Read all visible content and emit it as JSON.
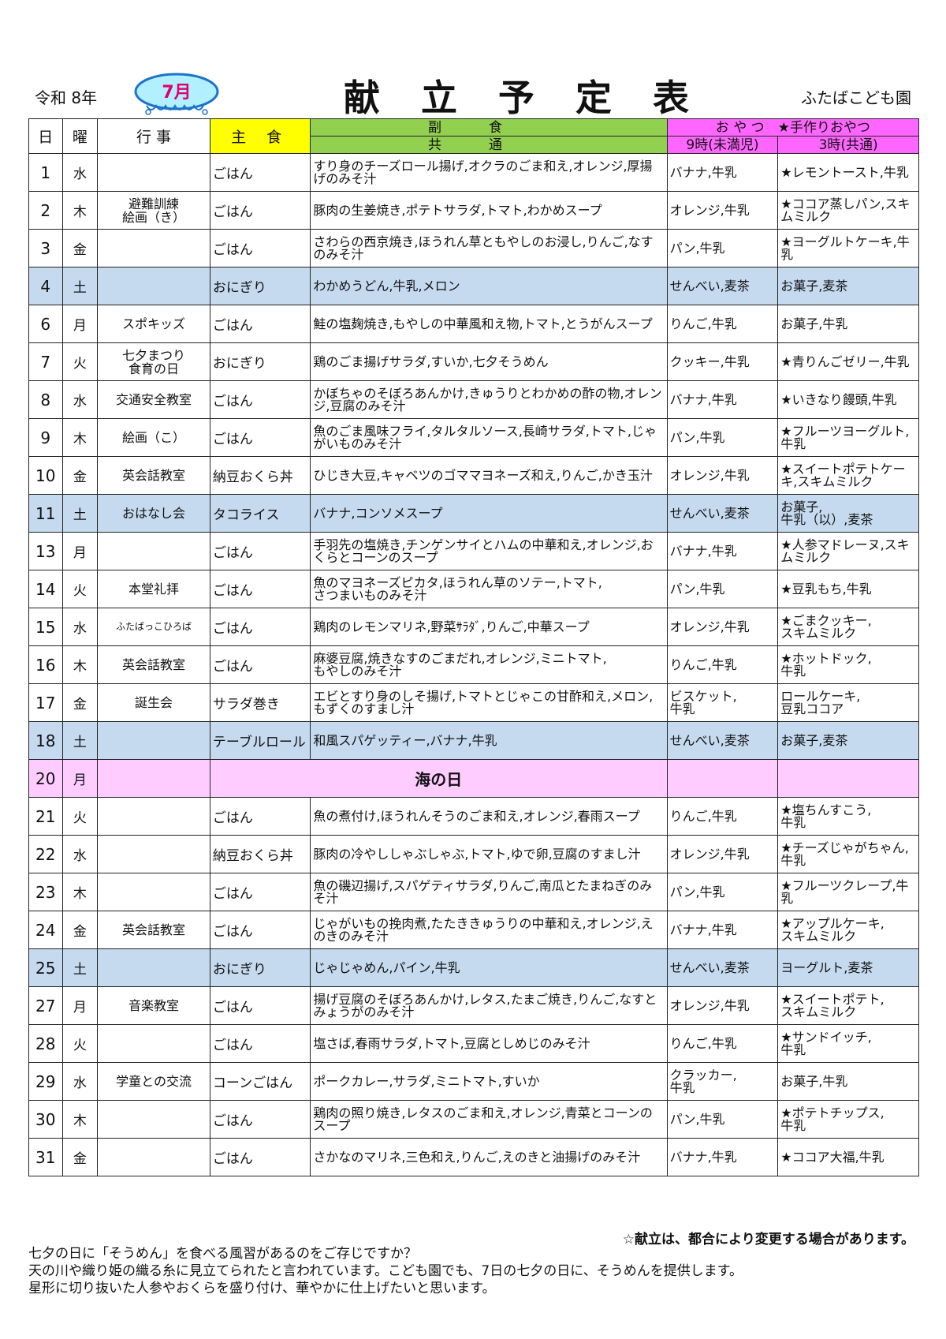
{
  "header": {
    "era": "令和 8年",
    "month_badge": "7月",
    "title": "献立予定表",
    "school": "ふたばこども園"
  },
  "table": {
    "headers": {
      "day": "日",
      "weekday": "曜",
      "event": "行 事",
      "staple": "主 食",
      "side_top": "副食",
      "side_sub": "共通",
      "snack_top": "お や つ　★手作りおやつ",
      "snack_am": "9時(未満児)",
      "snack_pm": "3時(共通)"
    },
    "rows": [
      {
        "day": "1",
        "wd": "水",
        "event": "",
        "staple": "ごはん",
        "side": "すり身のチーズロール揚げ,オクラのごま和え,オレンジ,厚揚げのみそ汁",
        "am": "バナナ,牛乳",
        "pm": "★レモントースト,牛乳",
        "type": "normal"
      },
      {
        "day": "2",
        "wd": "木",
        "event": "避難訓練\n絵画（き）",
        "staple": "ごはん",
        "side": "豚肉の生姜焼き,ポテトサラダ,トマト,わかめスープ",
        "am": "オレンジ,牛乳",
        "pm": "★ココア蒸しパン,スキムミルク",
        "type": "normal"
      },
      {
        "day": "3",
        "wd": "金",
        "event": "",
        "staple": "ごはん",
        "side": "さわらの西京焼き,ほうれん草ともやしのお浸し,りんご,なすのみそ汁",
        "am": "パン,牛乳",
        "pm": "★ヨーグルトケーキ,牛乳",
        "type": "normal"
      },
      {
        "day": "4",
        "wd": "土",
        "event": "",
        "staple": "おにぎり",
        "side": "わかめうどん,牛乳,メロン",
        "am": "せんべい,麦茶",
        "pm": "お菓子,麦茶",
        "type": "sat"
      },
      {
        "day": "6",
        "wd": "月",
        "event": "スポキッズ",
        "staple": "ごはん",
        "side": "鮭の塩麹焼き,もやしの中華風和え物,トマト,とうがんスープ",
        "am": "りんご,牛乳",
        "pm": "お菓子,牛乳",
        "type": "normal"
      },
      {
        "day": "7",
        "wd": "火",
        "event": "七夕まつり\n食育の日",
        "staple": "おにぎり",
        "side": "鶏のごま揚げサラダ,すいか,七夕そうめん",
        "am": "クッキー,牛乳",
        "pm": "★青りんごゼリー,牛乳",
        "type": "normal"
      },
      {
        "day": "8",
        "wd": "水",
        "event": "交通安全教室",
        "staple": "ごはん",
        "side": "かぼちゃのそぼろあんかけ,きゅうりとわかめの酢の物,オレンジ,豆腐のみそ汁",
        "am": "バナナ,牛乳",
        "pm": "★いきなり饅頭,牛乳",
        "type": "normal"
      },
      {
        "day": "9",
        "wd": "木",
        "event": "絵画（こ）",
        "staple": "ごはん",
        "side": "魚のごま風味フライ,タルタルソース,長崎サラダ,トマト,じゃがいものみそ汁",
        "am": "パン,牛乳",
        "pm": "★フルーツヨーグルト,牛乳",
        "type": "normal"
      },
      {
        "day": "10",
        "wd": "金",
        "event": "英会話教室",
        "staple": "納豆おくら丼",
        "side": "ひじき大豆,キャベツのゴママヨネーズ和え,りんご,かき玉汁",
        "am": "オレンジ,牛乳",
        "pm": "★スイートポテトケーキ,スキムミルク",
        "type": "normal"
      },
      {
        "day": "11",
        "wd": "土",
        "event": "おはなし会",
        "staple": "タコライス",
        "side": "バナナ,コンソメスープ",
        "am": "せんべい,麦茶",
        "pm": "お菓子,\n牛乳（以）,麦茶",
        "type": "sat"
      },
      {
        "day": "13",
        "wd": "月",
        "event": "",
        "staple": "ごはん",
        "side": "手羽先の塩焼き,チンゲンサイとハムの中華和え,オレンジ,おくらとコーンのスープ",
        "am": "バナナ,牛乳",
        "pm": "★人参マドレーヌ,スキムミルク",
        "type": "normal"
      },
      {
        "day": "14",
        "wd": "火",
        "event": "本堂礼拝",
        "staple": "ごはん",
        "side": "魚のマヨネーズピカタ,ほうれん草のソテー,トマト,\nさつまいものみそ汁",
        "am": "パン,牛乳",
        "pm": "★豆乳もち,牛乳",
        "type": "normal"
      },
      {
        "day": "15",
        "wd": "水",
        "event": "ふたばっこひろば",
        "staple": "ごはん",
        "side": "鶏肉のレモンマリネ,野菜ｻﾗﾀﾞ,りんご,中華スープ",
        "am": "オレンジ,牛乳",
        "pm": "★ごまクッキー,\nスキムミルク",
        "type": "normal",
        "small": true
      },
      {
        "day": "16",
        "wd": "木",
        "event": "英会話教室",
        "staple": "ごはん",
        "side": "麻婆豆腐,焼きなすのごまだれ,オレンジ,ミニトマト,\nもやしのみそ汁",
        "am": "りんご,牛乳",
        "pm": "★ホットドック,\n牛乳",
        "type": "normal"
      },
      {
        "day": "17",
        "wd": "金",
        "event": "誕生会",
        "staple": "サラダ巻き",
        "side": "エビとすり身のしそ揚げ,トマトとじゃこの甘酢和え,メロン,もずくのすまし汁",
        "am": "ビスケット,\n牛乳",
        "pm": "ロールケーキ,\n豆乳ココア",
        "type": "normal"
      },
      {
        "day": "18",
        "wd": "土",
        "event": "",
        "staple": "テーブルロール",
        "side": "和風スパゲッティー,バナナ,牛乳",
        "am": "せんべい,麦茶",
        "pm": "お菓子,麦茶",
        "type": "sat"
      },
      {
        "day": "20",
        "wd": "月",
        "event": "",
        "staple": "",
        "side": "海の日",
        "am": "",
        "pm": "",
        "type": "hol"
      },
      {
        "day": "21",
        "wd": "火",
        "event": "",
        "staple": "ごはん",
        "side": "魚の煮付け,ほうれんそうのごま和え,オレンジ,春雨スープ",
        "am": "りんご,牛乳",
        "pm": "★塩ちんすこう,\n牛乳",
        "type": "normal"
      },
      {
        "day": "22",
        "wd": "水",
        "event": "",
        "staple": "納豆おくら丼",
        "side": "豚肉の冷やししゃぶしゃぶ,トマト,ゆで卵,豆腐のすまし汁",
        "am": "オレンジ,牛乳",
        "pm": "★チーズじゃがちゃん,牛乳",
        "type": "normal"
      },
      {
        "day": "23",
        "wd": "木",
        "event": "",
        "staple": "ごはん",
        "side": "魚の磯辺揚げ,スパゲティサラダ,りんご,南瓜とたまねぎのみそ汁",
        "am": "パン,牛乳",
        "pm": "★フルーツクレープ,牛乳",
        "type": "normal"
      },
      {
        "day": "24",
        "wd": "金",
        "event": "英会話教室",
        "staple": "ごはん",
        "side": "じゃがいもの挽肉煮,たたききゅうりの中華和え,オレンジ,えのきのみそ汁",
        "am": "バナナ,牛乳",
        "pm": "★アップルケーキ,\nスキムミルク",
        "type": "normal"
      },
      {
        "day": "25",
        "wd": "土",
        "event": "",
        "staple": "おにぎり",
        "side": "じゃじゃめん,パイン,牛乳",
        "am": "せんべい,麦茶",
        "pm": "ヨーグルト,麦茶",
        "type": "sat"
      },
      {
        "day": "27",
        "wd": "月",
        "event": "音楽教室",
        "staple": "ごはん",
        "side": "揚げ豆腐のそぼろあんかけ,レタス,たまご焼き,りんご,なすとみょうがのみそ汁",
        "am": "オレンジ,牛乳",
        "pm": "★スイートポテト,\nスキムミルク",
        "type": "normal"
      },
      {
        "day": "28",
        "wd": "火",
        "event": "",
        "staple": "ごはん",
        "side": "塩さば,春雨サラダ,トマト,豆腐としめじのみそ汁",
        "am": "りんご,牛乳",
        "pm": "★サンドイッチ,\n牛乳",
        "type": "normal"
      },
      {
        "day": "29",
        "wd": "水",
        "event": "学童との交流",
        "staple": "コーンごはん",
        "side": "ポークカレー,サラダ,ミニトマト,すいか",
        "am": "クラッカー,\n牛乳",
        "pm": "お菓子,牛乳",
        "type": "normal"
      },
      {
        "day": "30",
        "wd": "木",
        "event": "",
        "staple": "ごはん",
        "side": "鶏肉の照り焼き,レタスのごま和え,オレンジ,青菜とコーンのスープ",
        "am": "パン,牛乳",
        "pm": "★ポテトチップス,\n牛乳",
        "type": "normal"
      },
      {
        "day": "31",
        "wd": "金",
        "event": "",
        "staple": "ごはん",
        "side": "さかなのマリネ,三色和え,りんご,えのきと油揚げのみそ汁",
        "am": "バナナ,牛乳",
        "pm": "★ココア大福,牛乳",
        "type": "normal"
      }
    ]
  },
  "notice": "☆献立は、都合により変更する場合があります。",
  "note": {
    "line1": "七夕の日に「そうめん」を食べる風習があるのをご存じですか？",
    "line2": "天の川や織り姫の織る糸に見立てられたと言われています。こども園でも、7日の七夕の日に、そうめんを提供します。",
    "line3": "星形に切り抜いた人参やおくらを盛り付け、華やかに仕上げたいと思います。"
  },
  "colors": {
    "staple_header": "#ffff00",
    "side_header": "#92d050",
    "snack_header": "#ff66ff",
    "saturday_row": "#c5d9ef",
    "holiday_row": "#ffccff"
  }
}
